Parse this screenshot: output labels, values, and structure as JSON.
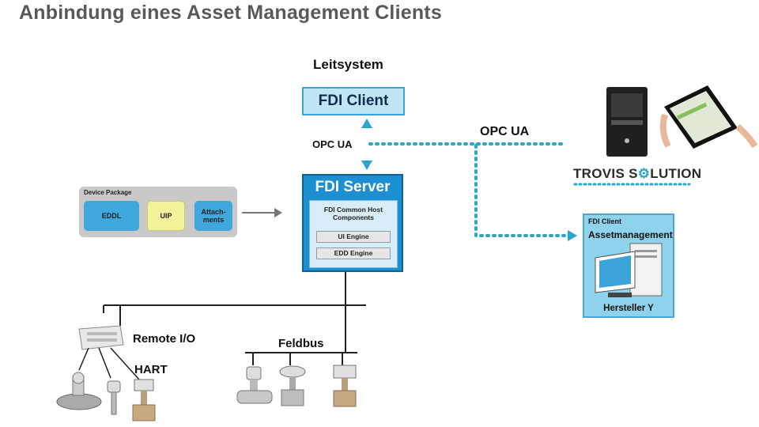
{
  "title": "Anbindung eines Asset Management Clients",
  "leitsystem": "Leitsystem",
  "fdi_client": "FDI Client",
  "opc_ua_left": "OPC UA",
  "opc_ua_right": "OPC UA",
  "fdi_server": {
    "title": "FDI Server",
    "sub": "FDI Common Host Components",
    "engines": [
      "UI Engine",
      "EDD Engine"
    ]
  },
  "device_package": {
    "title": "Device Package",
    "items": [
      "EDDL",
      "UIP",
      "Attach-ments"
    ]
  },
  "trovis": {
    "part1": "TROVIS S",
    "part2": "LUTION"
  },
  "asset_client": {
    "label": "FDI Client",
    "title": "Assetmanagement",
    "vendor": "Hersteller Y"
  },
  "remote_io": "Remote I/O",
  "hart": "HART",
  "feldbus": "Feldbus",
  "colors": {
    "accent": "#1b8fd0",
    "dots": "#2aa5cf",
    "light_blue": "#bfe6f5"
  }
}
